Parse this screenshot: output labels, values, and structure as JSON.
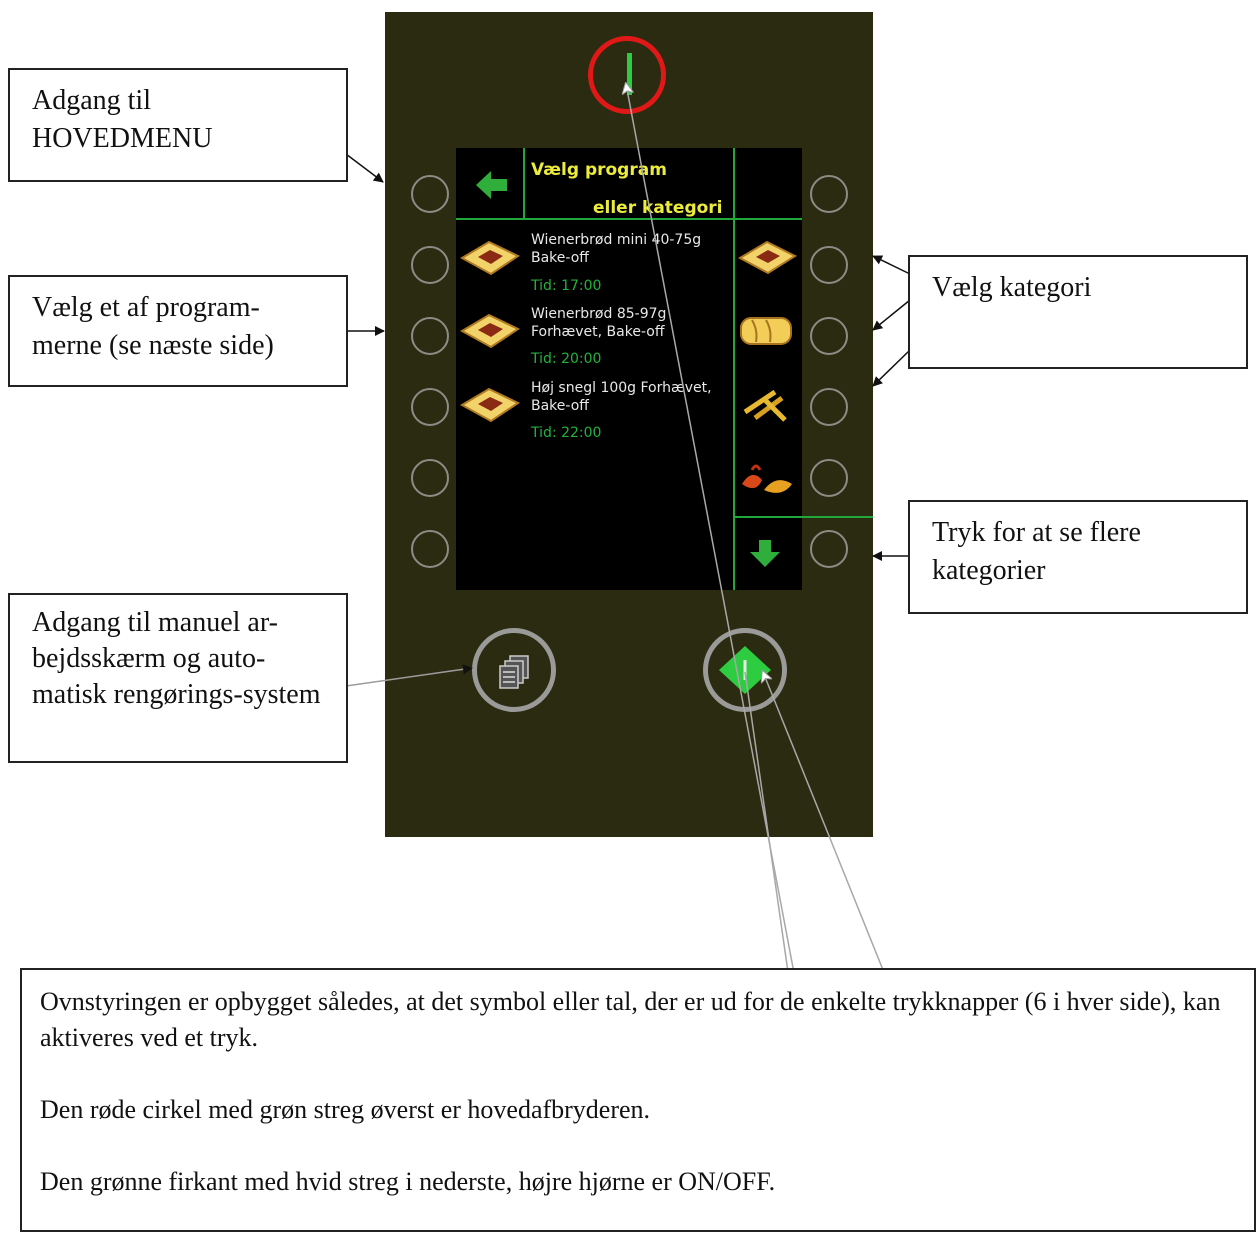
{
  "screen": {
    "header": {
      "title_line1": "Vælg program",
      "title_line2": "eller kategori"
    },
    "programs": [
      {
        "name": "Wienerbrød mini 40-75g\nBake-off",
        "time": "Tid: 17:00"
      },
      {
        "name": "Wienerbrød 85-97g\nForhævet, Bake-off",
        "time": "Tid: 20:00"
      },
      {
        "name": "Høj snegl 100g Forhævet,\nBake-off",
        "time": "Tid: 22:00"
      }
    ]
  },
  "callouts": {
    "main_menu": "Adgang til HOVEDMENU",
    "select_program": "Vælg et af program-merne (se næste side)",
    "manual_screen": "Adgang til manuel ar-bejdsskærm og auto-matisk rengørings-system",
    "select_category": "Vælg kategori",
    "more_categories": "Tryk for at se flere kategorier"
  },
  "description": {
    "paragraph1": "Ovnstyringen er opbygget således, at det symbol eller tal, der er ud for de enkelte trykknapper (6 i hver side), kan aktiveres ved et tryk.",
    "paragraph2": "Den røde cirkel med grøn streg øverst er hovedafbryderen.",
    "paragraph3": "Den grønne firkant med hvid streg i nederste, højre hjørne er ON/OFF."
  },
  "colors": {
    "panel": "#2a2b10",
    "screen": "#000000",
    "grid_green": "#22a83a",
    "title_yellow": "#ecec3c",
    "power_red": "#e01818",
    "on_off_green": "#2ecc40"
  }
}
